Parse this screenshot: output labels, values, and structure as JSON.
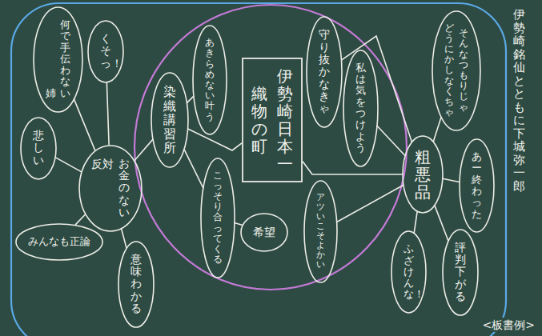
{
  "diagram": {
    "title": "伊勢崎銘仙とともに 下城弥一郎",
    "nodes": [
      {
        "text": [
          "伊勢崎 日本一",
          "織物の町"
        ]
      },
      {
        "text": [
          "染織講習所"
        ]
      },
      {
        "text": [
          "反対",
          "お金のない"
        ]
      },
      {
        "text": [
          "くそっ！"
        ]
      },
      {
        "text": [
          "何で手伝わない",
          "姉"
        ]
      },
      {
        "text": [
          "悲しい"
        ]
      },
      {
        "text": [
          "みんなも正論"
        ]
      },
      {
        "text": [
          "意味わかる"
        ]
      },
      {
        "text": [
          "あきらめない 叶う"
        ]
      },
      {
        "text": [
          "こっそり 合ってくる"
        ]
      },
      {
        "text": [
          "希望"
        ]
      },
      {
        "text": [
          "粗悪品"
        ]
      },
      {
        "text": [
          "守り抜か なきゃ"
        ]
      },
      {
        "text": [
          "私は 気をつけよう"
        ]
      },
      {
        "text": [
          "アツいこそ よかい"
        ]
      },
      {
        "text": [
          "そんなつもりじゃ",
          "どうにか しなくちゃ"
        ]
      },
      {
        "text": [
          "あー 終わった"
        ]
      },
      {
        "text": [
          "評判下がる"
        ]
      },
      {
        "text": [
          "ふざけんな！"
        ]
      }
    ],
    "edges": [
      {
        "from": 0,
        "to": 1,
        "arrow": "none"
      },
      {
        "from": 0,
        "to": 11,
        "arrow": "none"
      },
      {
        "from": 1,
        "to": 2,
        "arrow": "none"
      },
      {
        "from": 1,
        "to": 8,
        "arrow": "none"
      },
      {
        "from": 1,
        "to": 9,
        "arrow": "none"
      },
      {
        "from": 9,
        "to": 10,
        "arrow": "none"
      },
      {
        "from": 2,
        "to": 3,
        "arrow": "none"
      },
      {
        "from": 2,
        "to": 4,
        "arrow": "none"
      },
      {
        "from": 2,
        "to": 5,
        "arrow": "none"
      },
      {
        "from": 2,
        "to": 6,
        "arrow": "none"
      },
      {
        "from": 2,
        "to": 7,
        "arrow": "none"
      },
      {
        "from": 11,
        "to": 12,
        "arrow": "none"
      },
      {
        "from": 11,
        "to": 13,
        "arrow": "none"
      },
      {
        "from": 11,
        "to": 14,
        "arrow": "none"
      },
      {
        "from": 11,
        "to": 15,
        "arrow": "none"
      },
      {
        "from": 11,
        "to": 16,
        "arrow": "none"
      },
      {
        "from": 11,
        "to": 17,
        "arrow": "none"
      },
      {
        "from": 11,
        "to": 18,
        "arrow": "none"
      }
    ],
    "labels": [
      "<板書例>"
    ]
  }
}
